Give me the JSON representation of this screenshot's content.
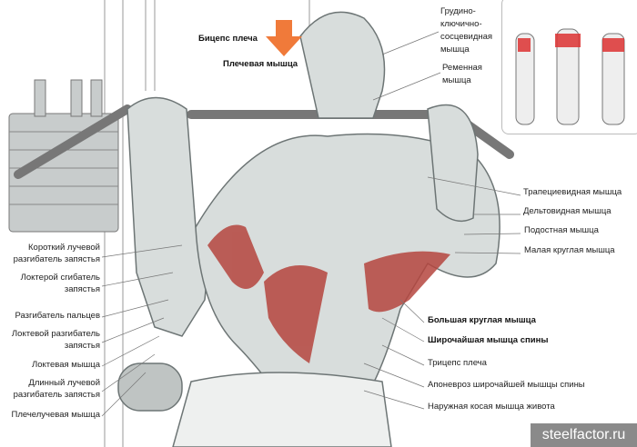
{
  "title_labels": {
    "biceps": "Бицепс плеча",
    "brachialis": "Плечевая мышца"
  },
  "right_top_labels": {
    "sternocleido": [
      "Грудино-",
      "ключично-",
      "сосцевидная",
      "мышца"
    ],
    "splenius": [
      "Ременная",
      "мышца"
    ]
  },
  "right_labels": {
    "trapezius": "Трапециевидная мышца",
    "deltoid": "Дельтовидная мышца",
    "infraspinatus": "Подостная мышца",
    "teres_minor": "Малая круглая мышца",
    "teres_major": "Большая круглая мышца",
    "latissimus": "Широчайшая мышца спины",
    "triceps": "Трицепс плеча",
    "aponeurosis": "Апоневроз широчайшей мышцы спины",
    "external_oblique": "Наружная косая мышца живота"
  },
  "left_labels": {
    "ecrb": [
      "Короткий лучевой",
      "разгибатель запястья"
    ],
    "fcu": [
      "Локтерой сгибатель",
      "запястья"
    ],
    "ed": "Разгибатель пальцев",
    "ecu": [
      "Локтевой разгибатель",
      "запястья"
    ],
    "anconeus": "Локтевая мышца",
    "ecrl": [
      "Длинный лучевой",
      "разгибатель запястья"
    ],
    "brachioradialis": "Плечелучевая мышца"
  },
  "watermark": "steelfactor.ru",
  "colors": {
    "muscle_highlight": "#b5453e",
    "arrow": "#f07a3a",
    "sketch": "#9aa3a3"
  }
}
